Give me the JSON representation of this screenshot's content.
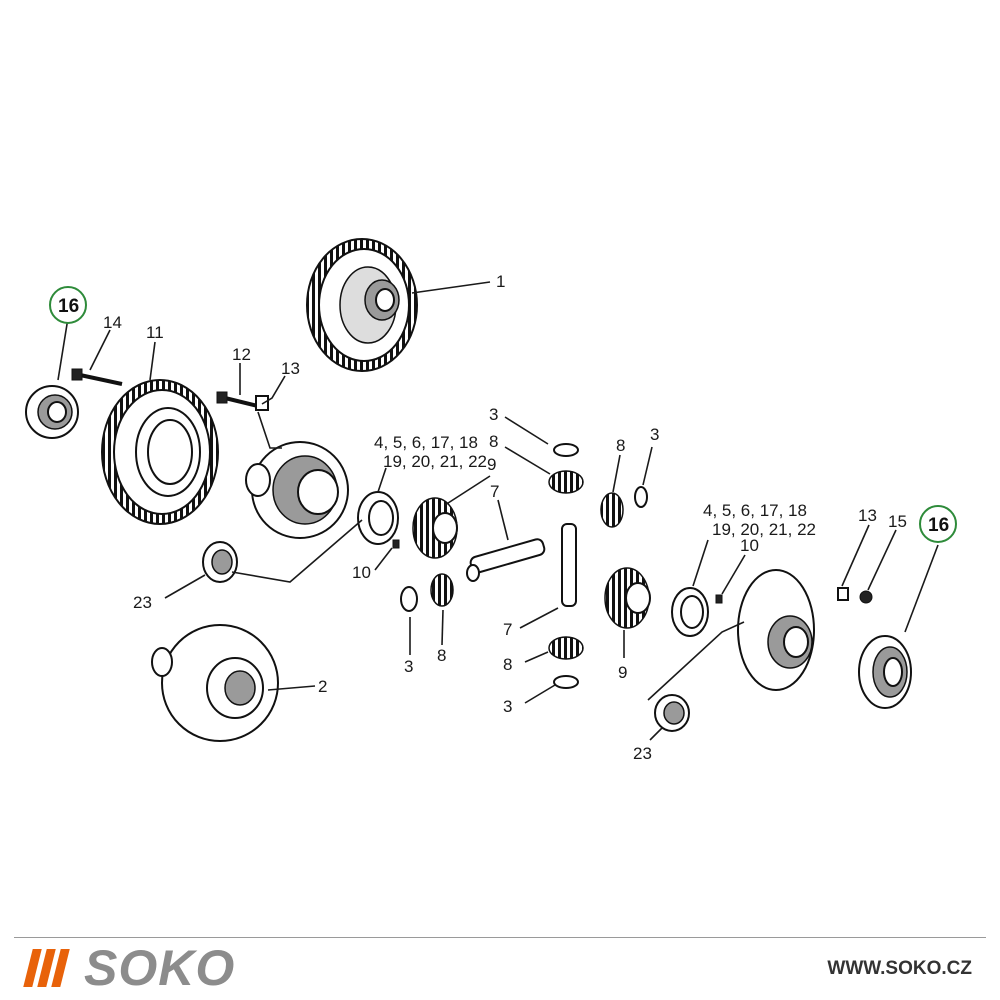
{
  "callouts": {
    "c1": "1",
    "c2": "2",
    "c3a": "3",
    "c3b": "3",
    "c3c": "3",
    "c3d": "3",
    "c7a": "7",
    "c7b": "7",
    "c8a": "8",
    "c8b": "8",
    "c8c": "8",
    "c8d": "8",
    "c9a": "9",
    "c9b": "9",
    "c10a": "10",
    "c10b": "10",
    "c11": "11",
    "c12": "12",
    "c13a": "13",
    "c13b": "13",
    "c14": "14",
    "c15": "15",
    "c16a": "16",
    "c16b": "16",
    "c23a": "23",
    "c23b": "23",
    "group_left_1": "4, 5, 6, 17, 18",
    "group_left_2": "19, 20, 21, 22",
    "group_right_1": "4, 5, 6, 17, 18",
    "group_right_2": "19, 20, 21, 22"
  },
  "highlight_color": "#2e8b3a",
  "footer": {
    "brand": "SOKO",
    "url": "WWW.SOKO.CZ",
    "accent_color": "#e8620a"
  }
}
